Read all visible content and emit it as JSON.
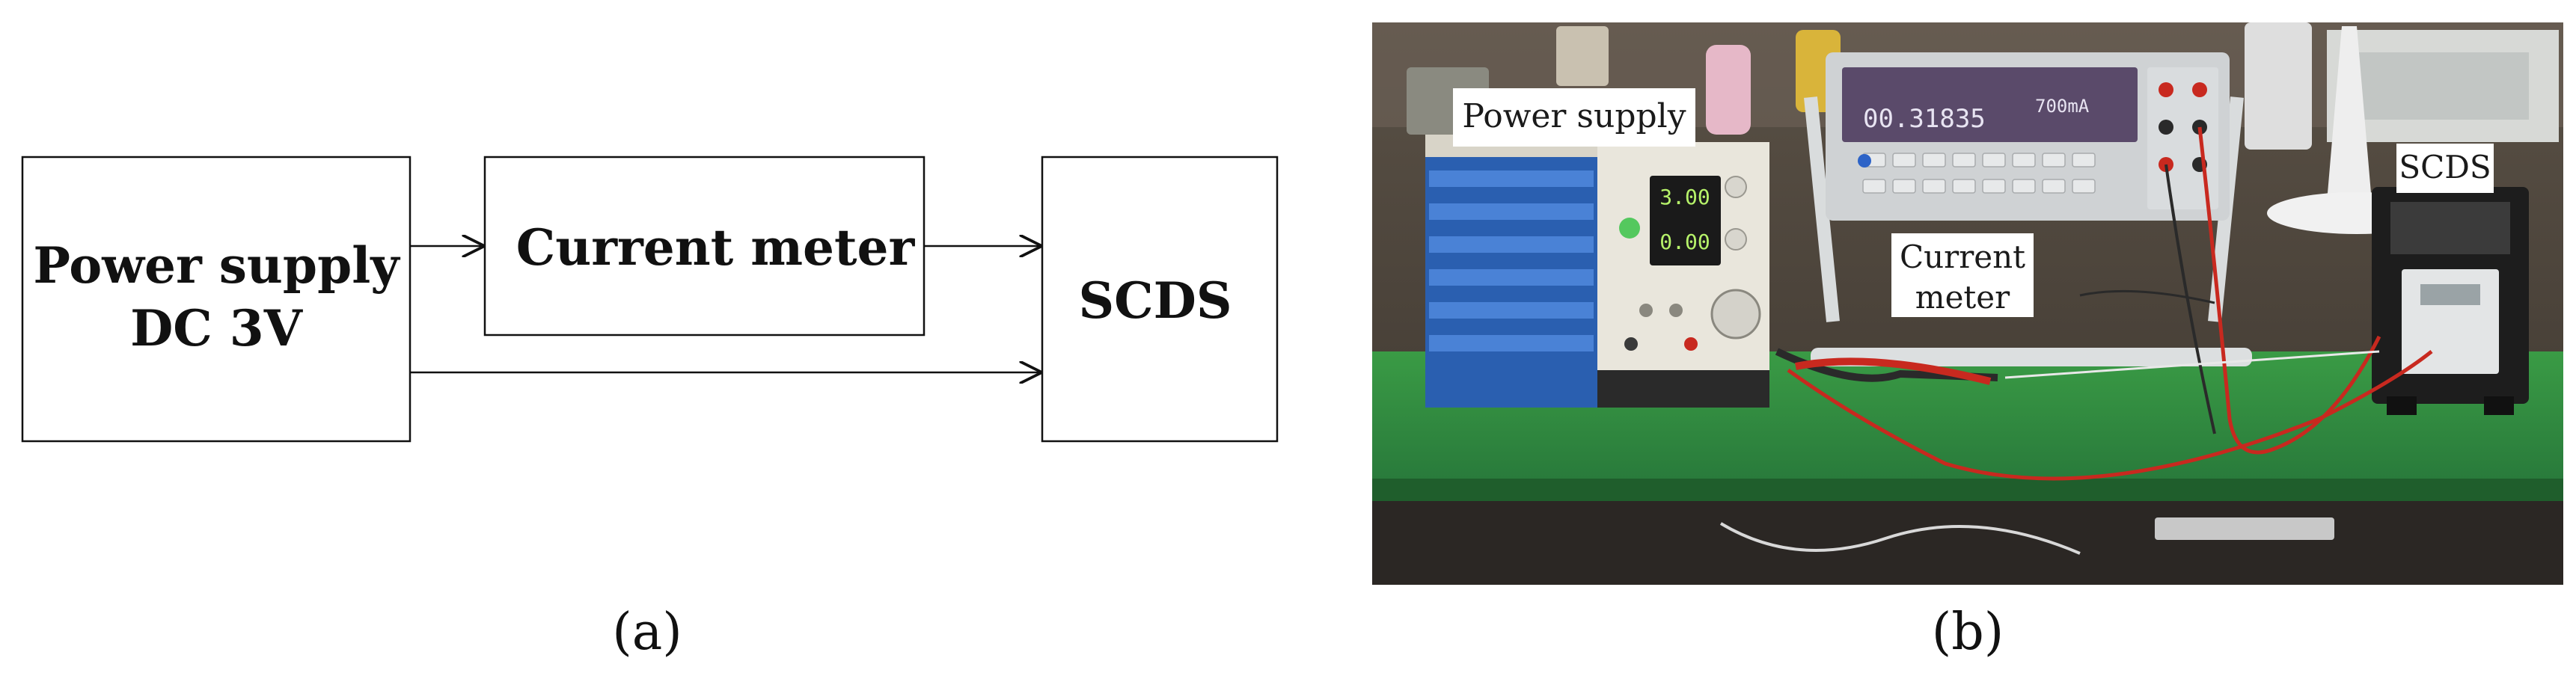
{
  "panel_a": {
    "blocks": {
      "power_supply": {
        "line1": "Power supply",
        "line2": "DC 3V"
      },
      "current_meter": {
        "label": "Current meter"
      },
      "scds": {
        "label": "SCDS"
      }
    },
    "caption": "(a)"
  },
  "panel_b": {
    "labels": {
      "power_supply": "Power supply",
      "current_meter_line1": "Current",
      "current_meter_line2": "meter",
      "scds": "SCDS"
    },
    "meter_display": "00.31835",
    "meter_display_unit": "700mA",
    "psu_voltage": "3.00",
    "psu_current": "0.00",
    "caption": "(b)"
  },
  "colors": {
    "bench_green": "#2f8a3c",
    "psu_blue": "#2a5fb0",
    "meter_body": "#cfd2d4",
    "lcd": "#5a4a6a",
    "cable_red": "#c8291f"
  }
}
